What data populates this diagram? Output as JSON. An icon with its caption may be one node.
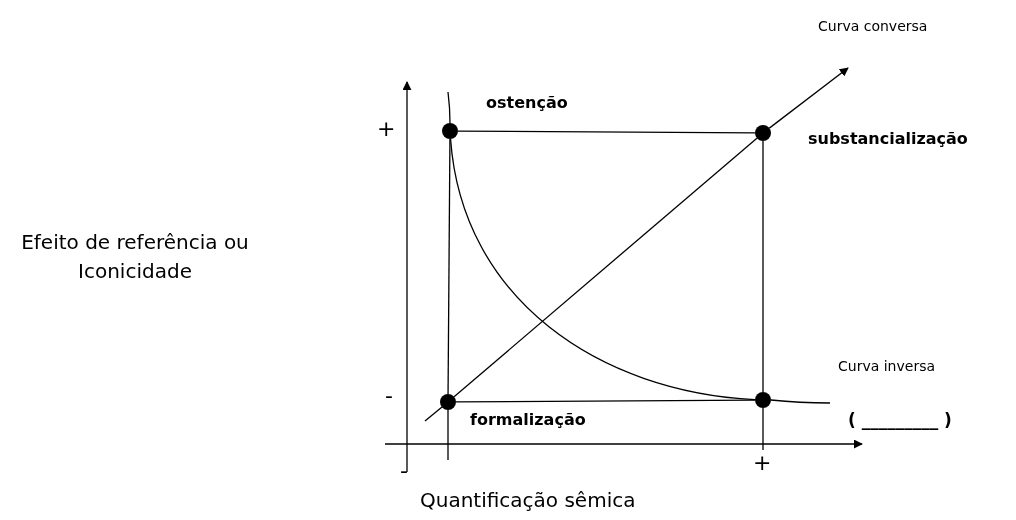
{
  "diagram": {
    "nodes": [
      {
        "text": [],
        "shape": "circle",
        "beside": [
          "ostenção"
        ]
      },
      {
        "text": [],
        "shape": "circle",
        "beside": [
          "substancialização"
        ]
      },
      {
        "text": [],
        "shape": "circle",
        "beside": [
          "formalização"
        ]
      },
      {
        "text": [],
        "shape": "circle"
      }
    ],
    "edges": [
      {
        "from": 0,
        "to": 1,
        "arrow": "none"
      },
      {
        "from": 2,
        "to": 3,
        "arrow": "none"
      },
      {
        "from": 0,
        "to": 2,
        "arrow": "none"
      },
      {
        "from": 1,
        "to": 3,
        "arrow": "none"
      },
      {
        "from": 0,
        "to": 3,
        "arrow": "none"
      },
      {
        "from": 2,
        "to": 1,
        "arrow": "none"
      },
      {
        "from": 1,
        "to": null,
        "arrow": "to"
      }
    ],
    "labels": [
      "Curva conversa",
      "+",
      "Efeito de referência ou Iconicidade",
      "Curva inversa",
      "-",
      "( _________ )",
      "-",
      "+",
      "Quantificação sêmica"
    ]
  }
}
